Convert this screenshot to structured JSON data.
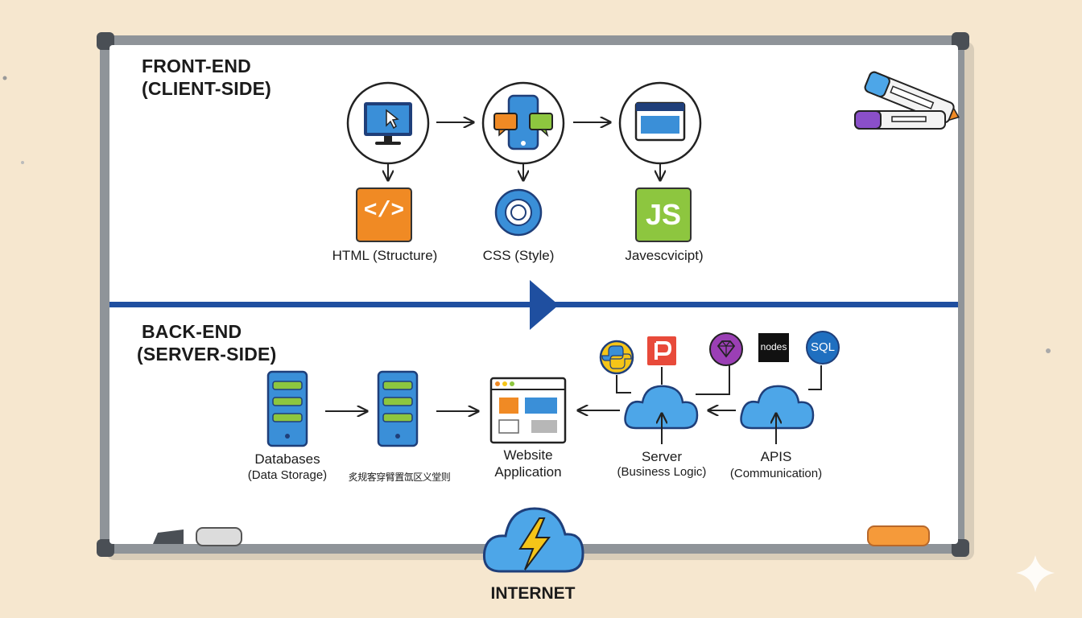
{
  "frontend": {
    "title_line1": "FRONT-END",
    "title_line2": "(CLIENT-SIDE)",
    "html_label": "HTML (Structure)",
    "css_label": "CSS (Style)",
    "js_label": "Javescvicipt)",
    "html_badge": "</>",
    "js_badge": "JS"
  },
  "backend": {
    "title_line1": "BACK-END",
    "title_line2": "(SERVER-SIDE)",
    "db_label_line1": "Databases",
    "db_label_line2": "(Data Storage)",
    "db2_label": "炙规客穿臂置氙区义堂则",
    "website_line1": "Website",
    "website_line2": "Application",
    "server_line1": "Server",
    "server_line2": "(Business Logic)",
    "apis_line1": "APIS",
    "apis_line2": "(Communication)",
    "node_badge": "nodes",
    "sql_badge": "SQL"
  },
  "footer": {
    "internet_label": "INTERNET"
  },
  "colors": {
    "blue_line": "#1f4fa0",
    "screen_blue": "#3a8fd8",
    "html_orange": "#f08a24",
    "js_green": "#8dc63f",
    "cloud_blue": "#4da6e8",
    "red_p": "#e84a3a",
    "purple": "#9b3fb5"
  }
}
